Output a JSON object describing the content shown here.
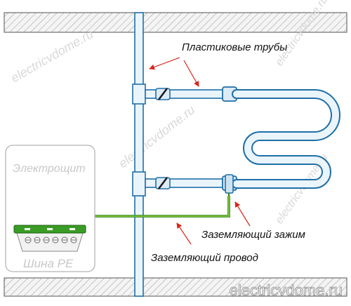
{
  "labels": {
    "pipes": "Пластиковые трубы",
    "panel": "Электрощит",
    "bus": "Шина PE",
    "clamp": "Заземляющий зажим",
    "wire": "Заземляющий провод"
  },
  "watermark": "electricvdome.ru",
  "colors": {
    "pipe": "#1f6fa8",
    "pipe_fill": "#eaf4fb",
    "ground_wire": "#6fb51e",
    "ground_wire_dark": "#2a7d1a",
    "arrow": "#d9261c",
    "hatch": "#8a8a8a",
    "panel_text": "#c8c8c8"
  }
}
